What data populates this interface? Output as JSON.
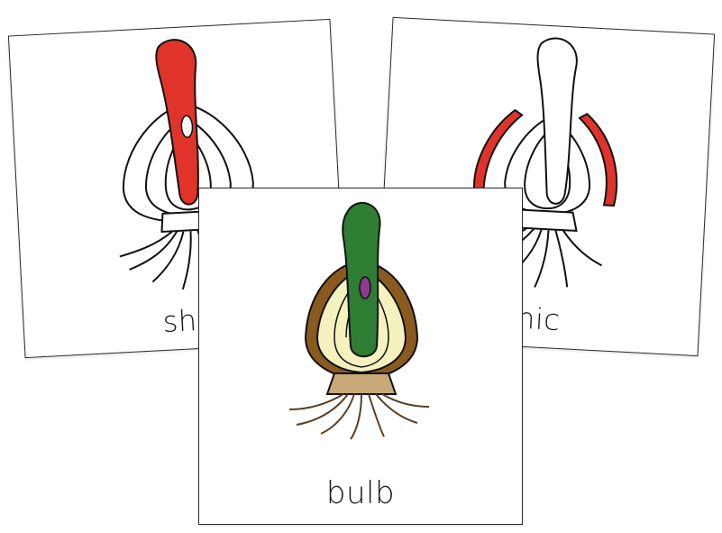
{
  "cards": [
    {
      "label": "sho",
      "highlight": "shoot",
      "highlight_color": "#e0332a"
    },
    {
      "label": "nic",
      "highlight": "tunic",
      "highlight_color": "#e0332a"
    },
    {
      "label": "bulb",
      "highlight": "bulb",
      "colors": {
        "shoot": "#2e7d32",
        "scales": "#f6f2c0",
        "tunic": "#8a5a1e",
        "roots": "#8a6b45",
        "basal_plate": "#c9a877",
        "bud": "#8e3a8e"
      }
    }
  ]
}
